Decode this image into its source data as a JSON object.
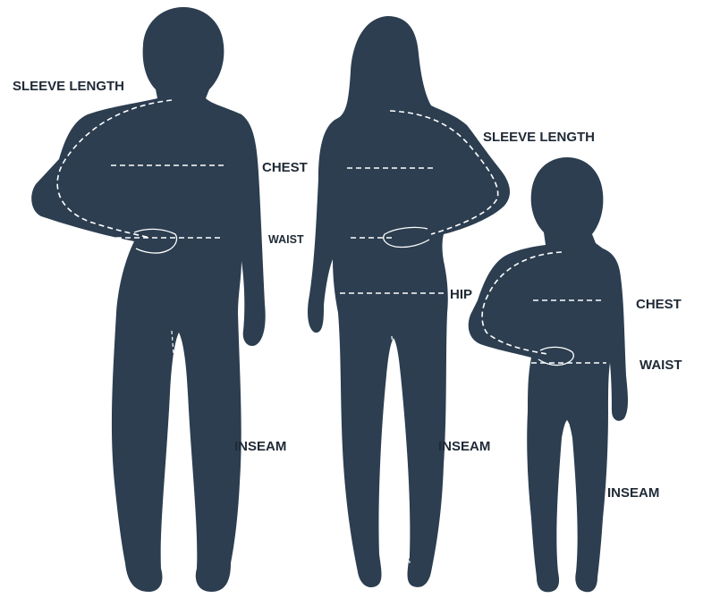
{
  "figures": {
    "man": {
      "sleeve_label": "SLEEVE LENGTH",
      "chest_label": "CHEST",
      "waist_label": "WAIST",
      "inseam_label": "INSEAM"
    },
    "woman": {
      "sleeve_label": "SLEEVE LENGTH",
      "hip_label": "HIP",
      "inseam_label": "INSEAM"
    },
    "child": {
      "chest_label": "CHEST",
      "waist_label": "WAIST",
      "inseam_label": "INSEAM"
    }
  },
  "colors": {
    "silhouette": "#2c3e50",
    "measure_line": "#ffffff",
    "label_text": "#1f2a36",
    "background": "#ffffff"
  }
}
